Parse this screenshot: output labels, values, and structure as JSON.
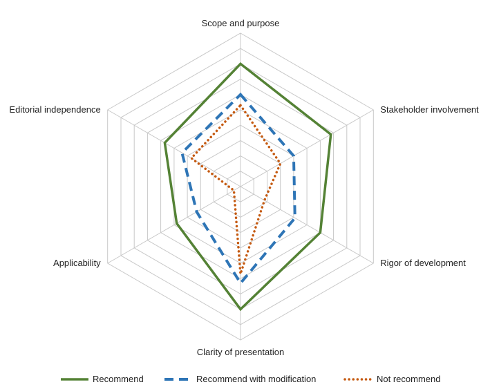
{
  "chart_data": {
    "type": "radar",
    "axes": [
      "Scope and purpose",
      "Stakeholder involvement",
      "Rigor of development",
      "Clarity of presentation",
      "Applicability",
      "Editorial independence"
    ],
    "rlim": [
      0,
      1
    ],
    "grid": true,
    "grid_levels": 10,
    "legend_position": "bottom",
    "series": [
      {
        "name": "Recommend",
        "values": [
          0.8,
          0.68,
          0.6,
          0.8,
          0.48,
          0.57
        ],
        "color": "#548235",
        "style": "solid"
      },
      {
        "name": "Recommend with modification",
        "values": [
          0.6,
          0.4,
          0.41,
          0.63,
          0.33,
          0.44
        ],
        "color": "#2E75B6",
        "style": "dashed"
      },
      {
        "name": "Not recommend",
        "values": [
          0.53,
          0.3,
          0.18,
          0.57,
          0.05,
          0.37
        ],
        "color": "#C55A11",
        "style": "dotted"
      }
    ]
  }
}
